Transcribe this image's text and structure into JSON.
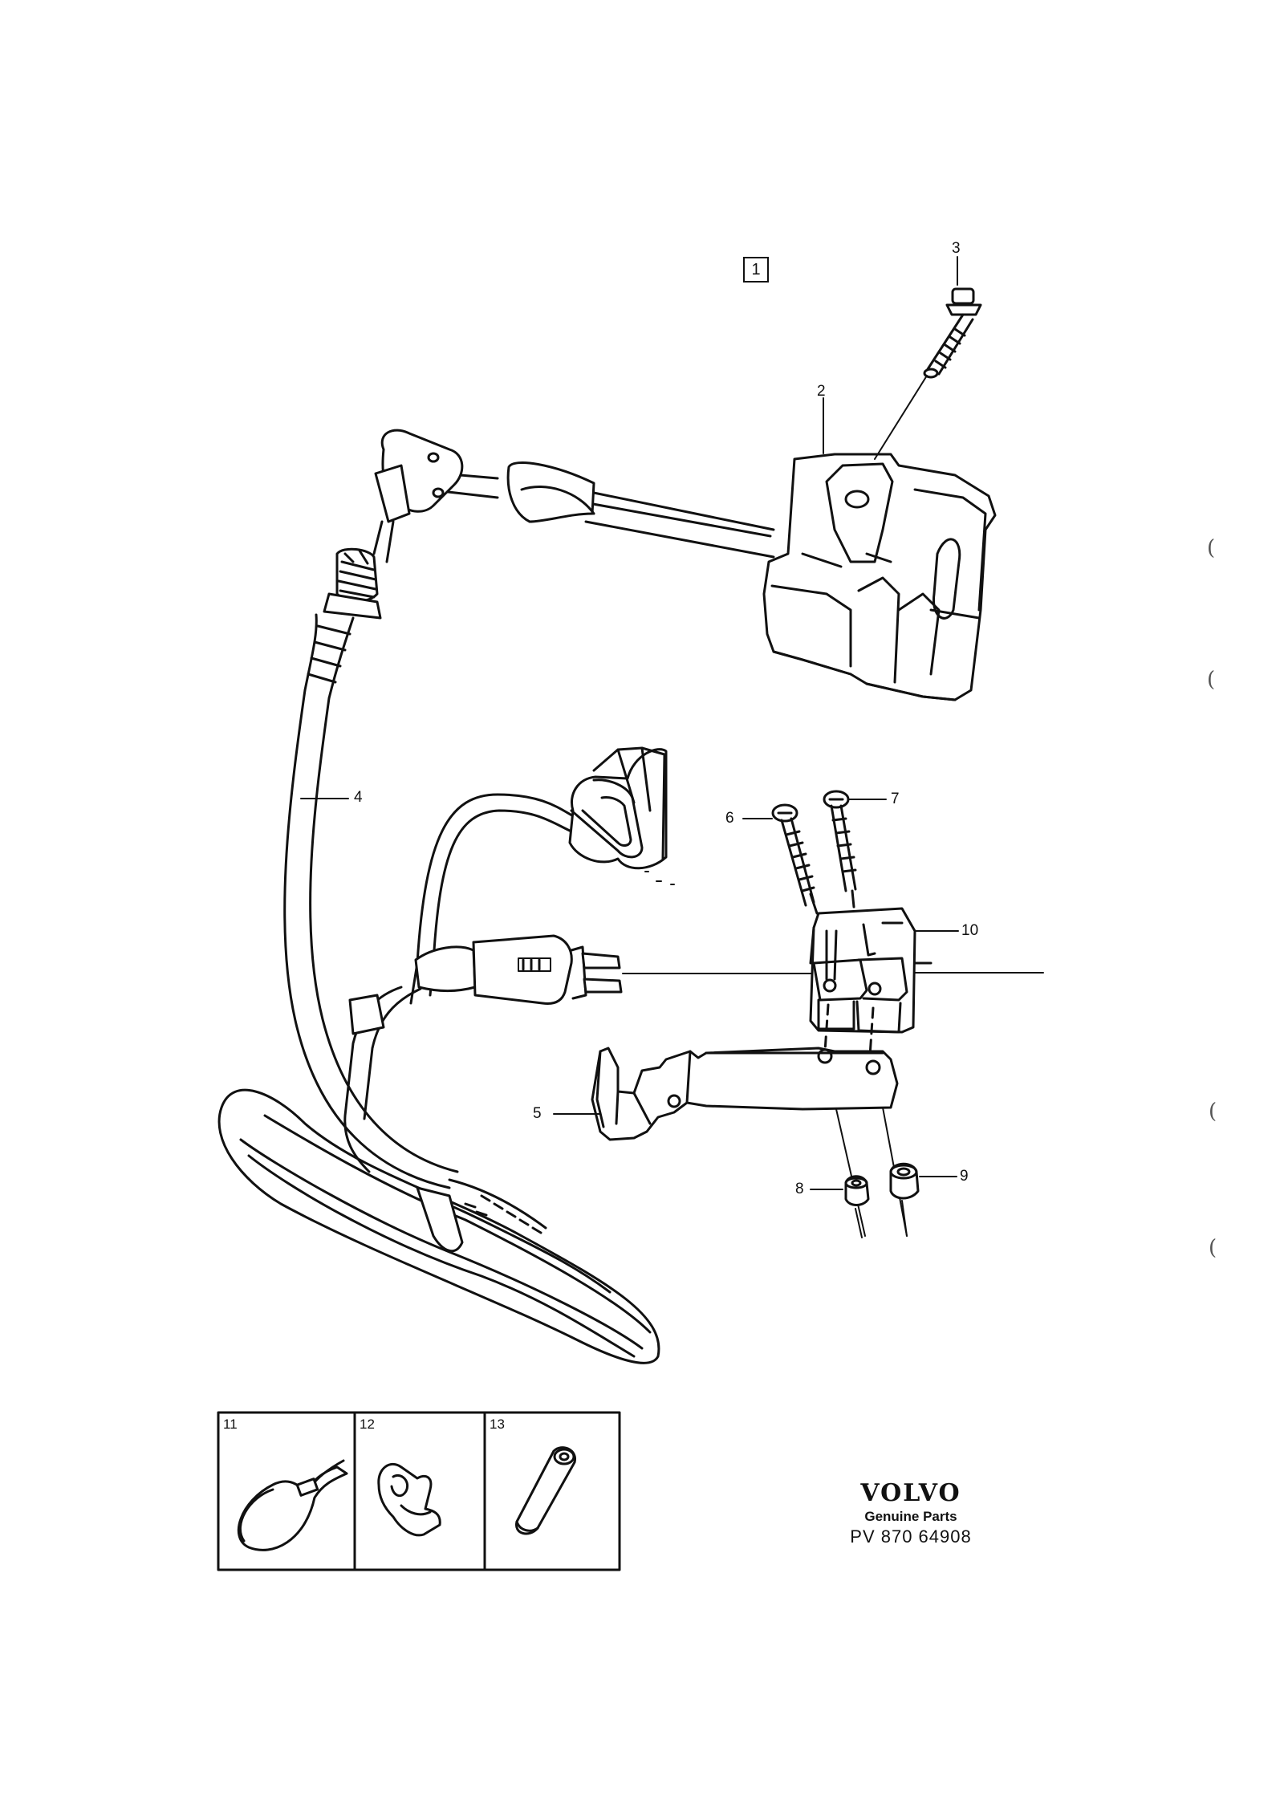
{
  "diagram": {
    "group_box_label": "1",
    "callouts": {
      "c2": "2",
      "c3": "3",
      "c4": "4",
      "c5": "5",
      "c6": "6",
      "c7": "7",
      "c8": "8",
      "c9": "9",
      "c10": "10"
    },
    "inset_labels": [
      "11",
      "12",
      "13"
    ]
  },
  "brand": {
    "logo": "VOLVO",
    "subtitle": "Genuine Parts",
    "code": "PV 870 64908"
  },
  "margin_marks": [
    "(",
    "(",
    "(",
    "("
  ],
  "colors": {
    "ink": "#111111",
    "paper": "#ffffff"
  }
}
